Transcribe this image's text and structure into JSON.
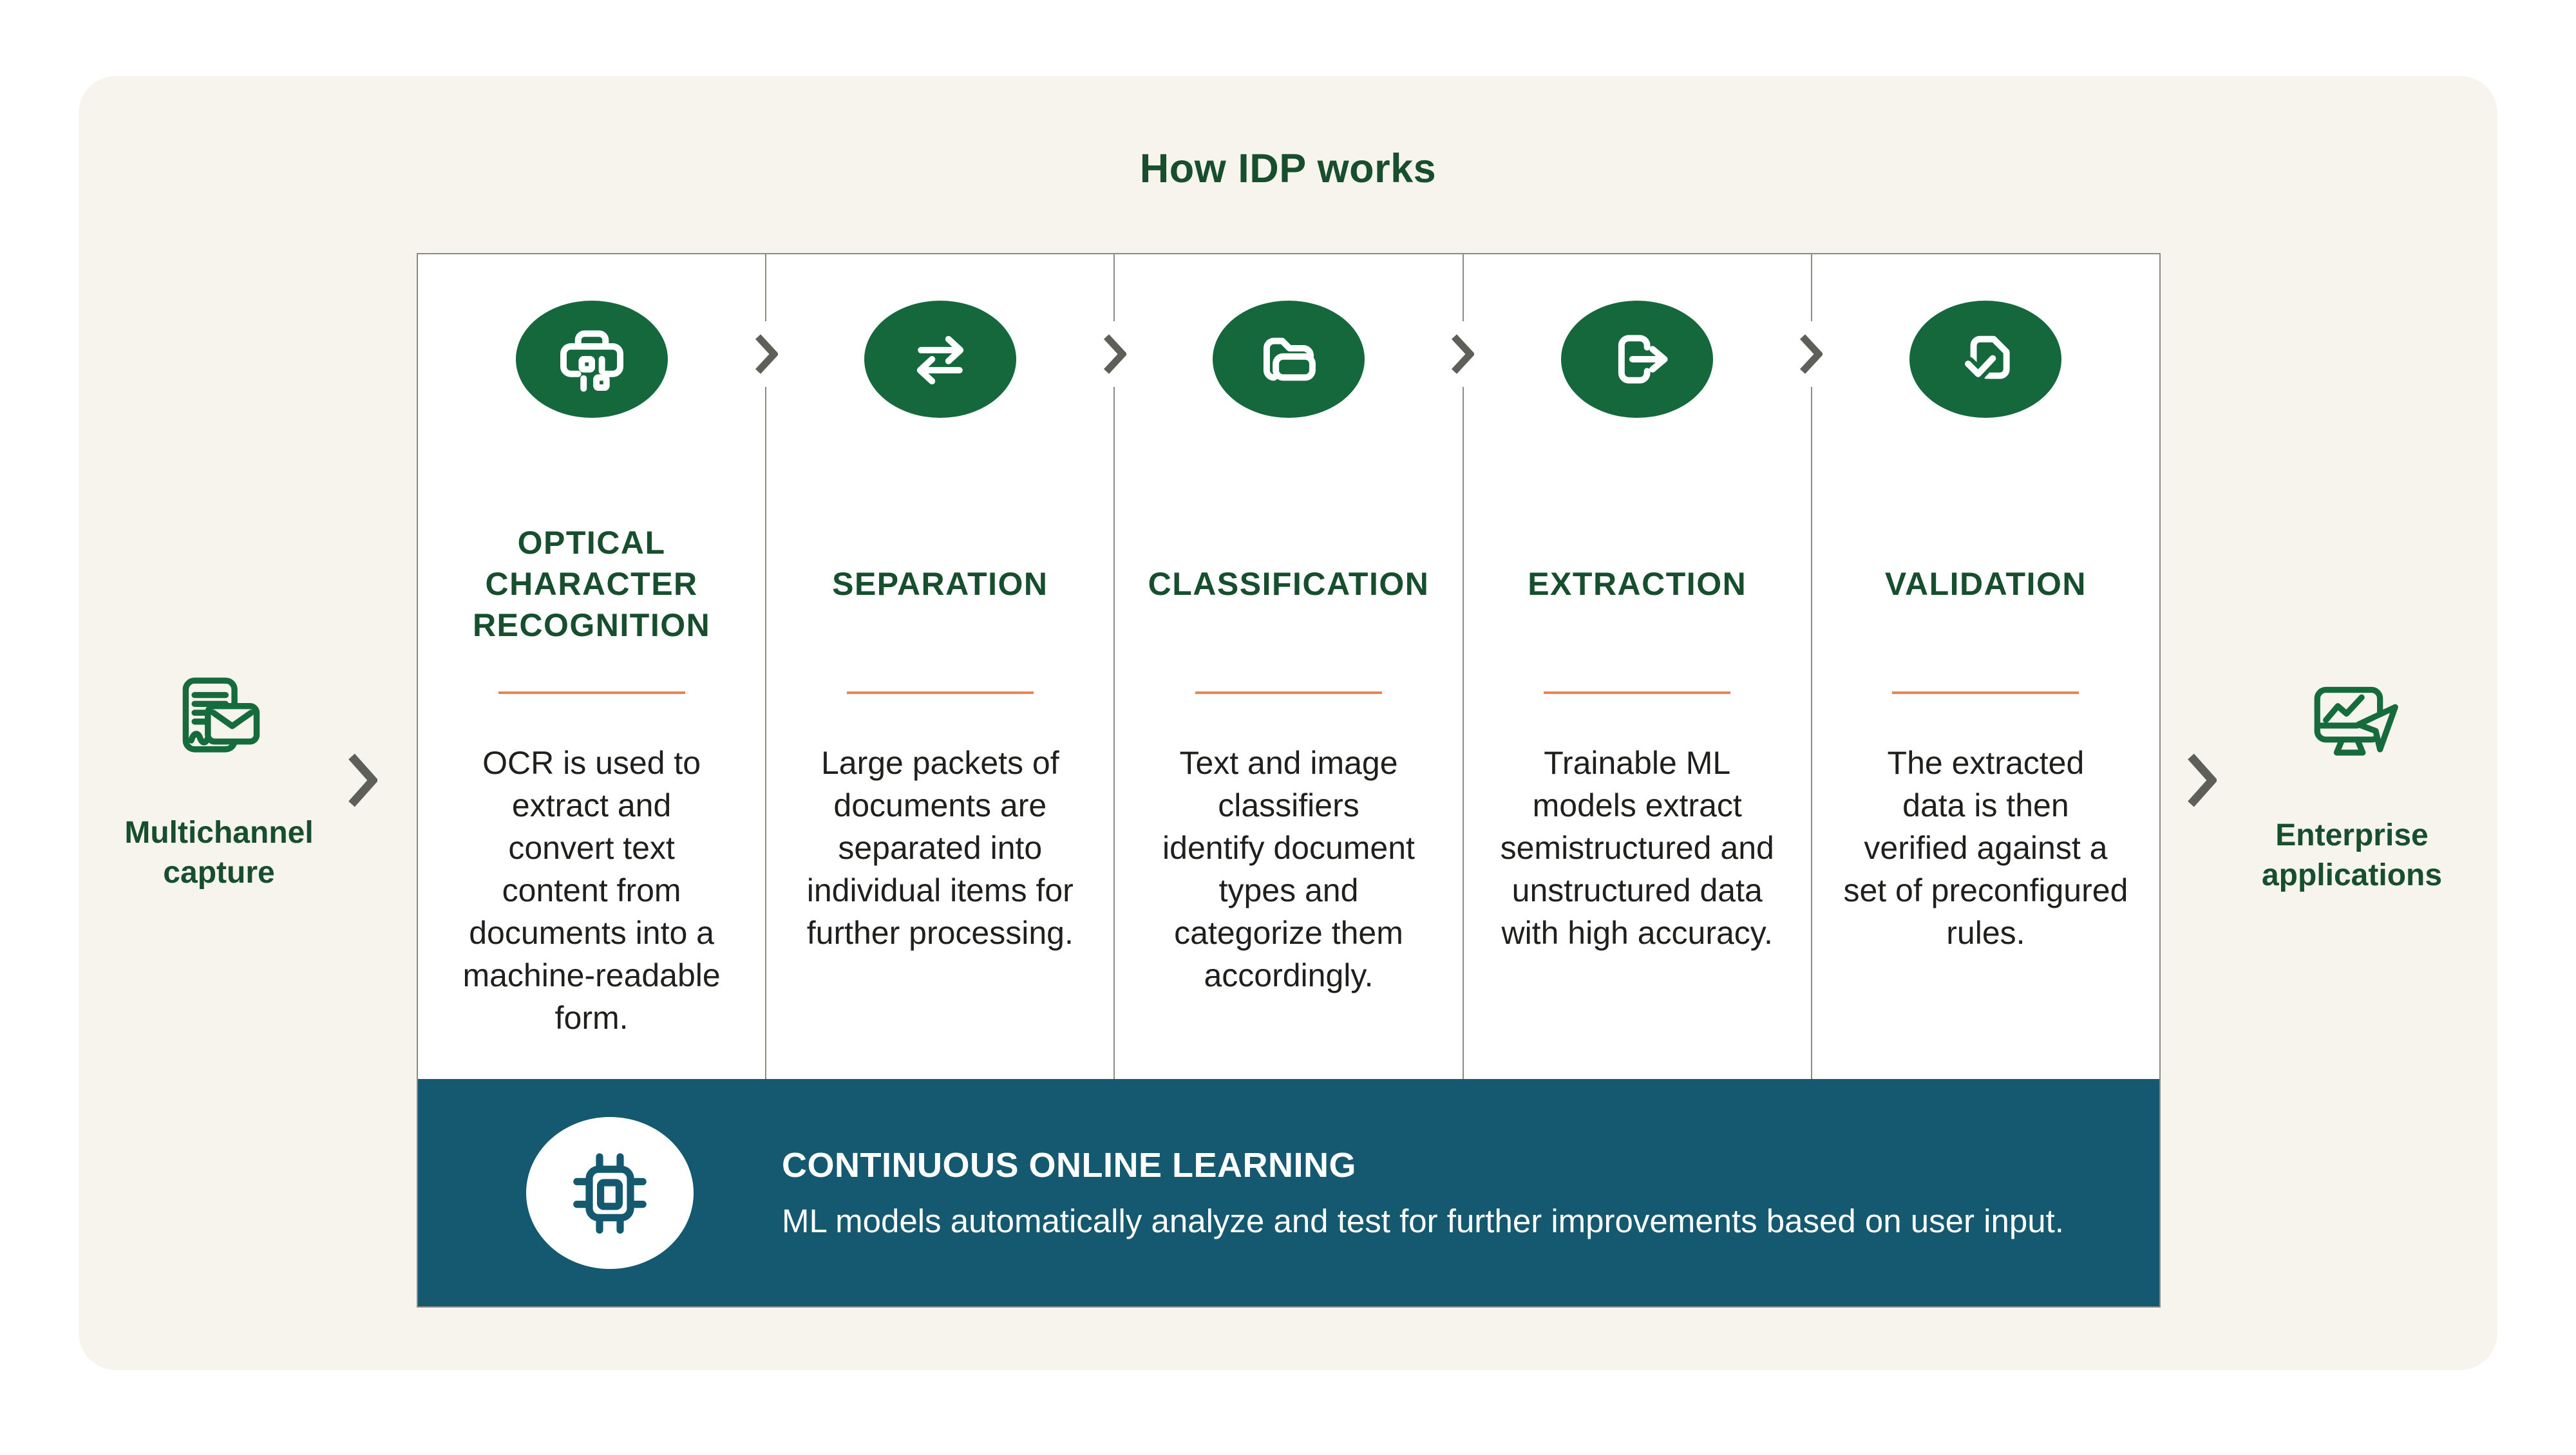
{
  "title": "How IDP works",
  "input": {
    "label": "Multichannel\ncapture",
    "icon": "document-envelope-icon"
  },
  "output": {
    "label": "Enterprise\napplications",
    "icon": "monitor-chart-cursor-icon"
  },
  "steps": [
    {
      "title": "OPTICAL\nCHARACTER\nRECOGNITION",
      "description": "OCR is used to\nextract and\nconvert text\ncontent from\ndocuments into a\nmachine-readable\nform.",
      "icon": "scanner-printer-icon"
    },
    {
      "title": "SEPARATION",
      "description": "Large packets of\ndocuments are\nseparated into\nindividual items for\nfurther processing.",
      "icon": "transfer-arrows-icon"
    },
    {
      "title": "CLASSIFICATION",
      "description": "Text and image\nclassifiers\nidentify document\ntypes and\ncategorize them\naccordingly.",
      "icon": "open-folder-icon"
    },
    {
      "title": "EXTRACTION",
      "description": "Trainable ML\nmodels extract\nsemistructured and\nunstructured data\nwith high accuracy.",
      "icon": "export-arrow-icon"
    },
    {
      "title": "VALIDATION",
      "description": "The extracted\ndata is then\nverified against a\nset of preconfigured\nrules.",
      "icon": "document-check-icon"
    }
  ],
  "footer": {
    "title": "CONTINUOUS ONLINE LEARNING",
    "description": "ML models automatically analyze and test for further improvements based on user input.",
    "icon": "chip-icon"
  },
  "colors": {
    "background": "#ffffff",
    "card_cream": "#f7f4ed",
    "dark_green": "#164e2e",
    "circle_green": "#15683c",
    "orange_accent": "#e9854e",
    "teal_bar": "#145970",
    "chevron_gray": "#5f5f5a",
    "line_gray": "#8b8b86",
    "body_text": "#1f1f1d"
  }
}
